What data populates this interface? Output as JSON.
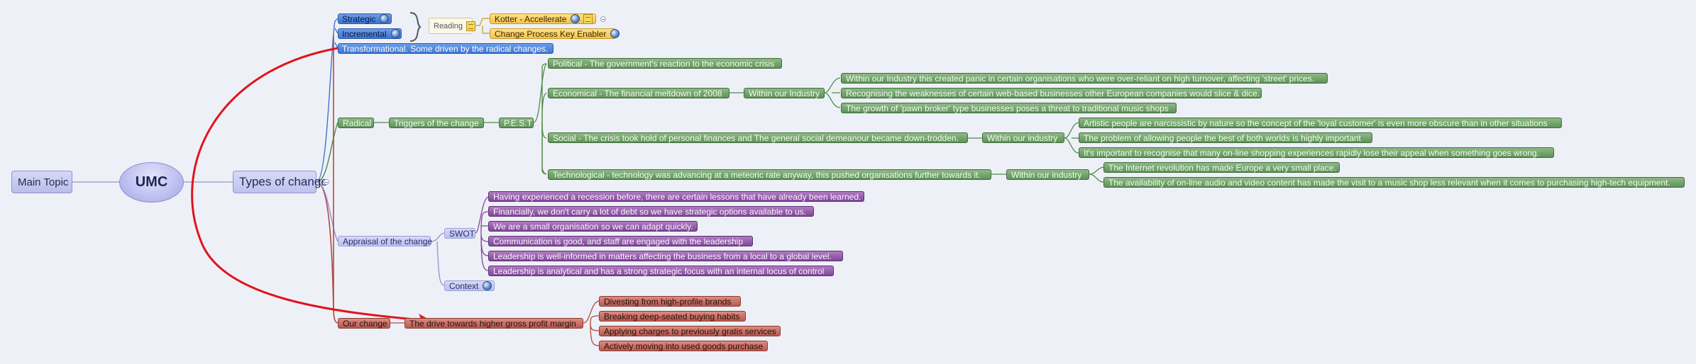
{
  "nodes": {
    "main": "Main Topic",
    "umc": "UMC",
    "types": "Types of change",
    "strategic": "Strategic",
    "incremental": "Incremental",
    "transformational": "Transformational. Some driven by the radical changes.",
    "reading": "Reading",
    "kotter": "Kotter - Accellerate",
    "change_process": "Change Process Key Enabler",
    "radical": "Radical",
    "triggers": "Triggers of the change",
    "pest": "P.E.S.T",
    "political": "Political - The government's reaction to the economic crisis",
    "economical": "Economical - The financial meltdown of 2008",
    "econ_industry": "Within our Industry",
    "econ_items": [
      "Within our Industry this created panic in certain organisations who were over-reliant on high turnover, affecting 'street' prices.",
      "Recognising the weaknesses of certain web-based businesses other European companies would slice & dice.",
      "The growth of 'pawn broker' type businesses poses a threat to traditional music shops"
    ],
    "social": "Social - The crisis took hold of personal finances and The general social demeanour became down-trodden.",
    "social_industry": "Within our industry",
    "social_items": [
      "Artistic people are narcissistic by nature so the concept of the 'loyal customer' is even more obscure than in other situations",
      "The problem of allowing people the best of both worlds is highly important",
      "It's important to recognise that many on-line shopping experiences rapidly lose their appeal when something goes wrong."
    ],
    "technological": "Technological - technology was advancing at a meteoric rate anyway, this pushed organisations further towards it.",
    "tech_industry": "Within our industry",
    "tech_items": [
      "The Internet revolution has made Europe a very small place.",
      "The availability of on-line audio and video content has made the visit to a music shop less relevant when it comes to purchasing high-tech equipment."
    ],
    "appraisal": "Appraisal  of the change",
    "swot": "SWOT",
    "swot_items": [
      "Having experienced a recession before, there are certain lessons that have already been learned.",
      "Financially, we don't carry a lot of debt so we have strategic options available to us.",
      "We are a small organisation so we can adapt quickly.",
      "Communication is good, and staff are engaged with the leadership",
      "Leadership is well-informed in matters affecting the business from a local to a global level.",
      "Leadership is analytical and has a strong strategic focus with an internal locus of control"
    ],
    "context": "Context",
    "our_change": "Our change",
    "drive": "The drive towards higher gross profit margin",
    "drive_items": [
      "Divesting from high-profile brands",
      "Breaking deep-seated buying habits",
      "Applying charges to previously gratis services",
      "Actively moving into used goods purchase"
    ]
  },
  "colors": {
    "connector": "#9ea3d4",
    "blue_branch": "#3f74cf",
    "green_branch": "#4f8a49",
    "purple_branch": "#81479a",
    "red_branch": "#b04a40",
    "relationship_arrow": "#e0141b"
  }
}
